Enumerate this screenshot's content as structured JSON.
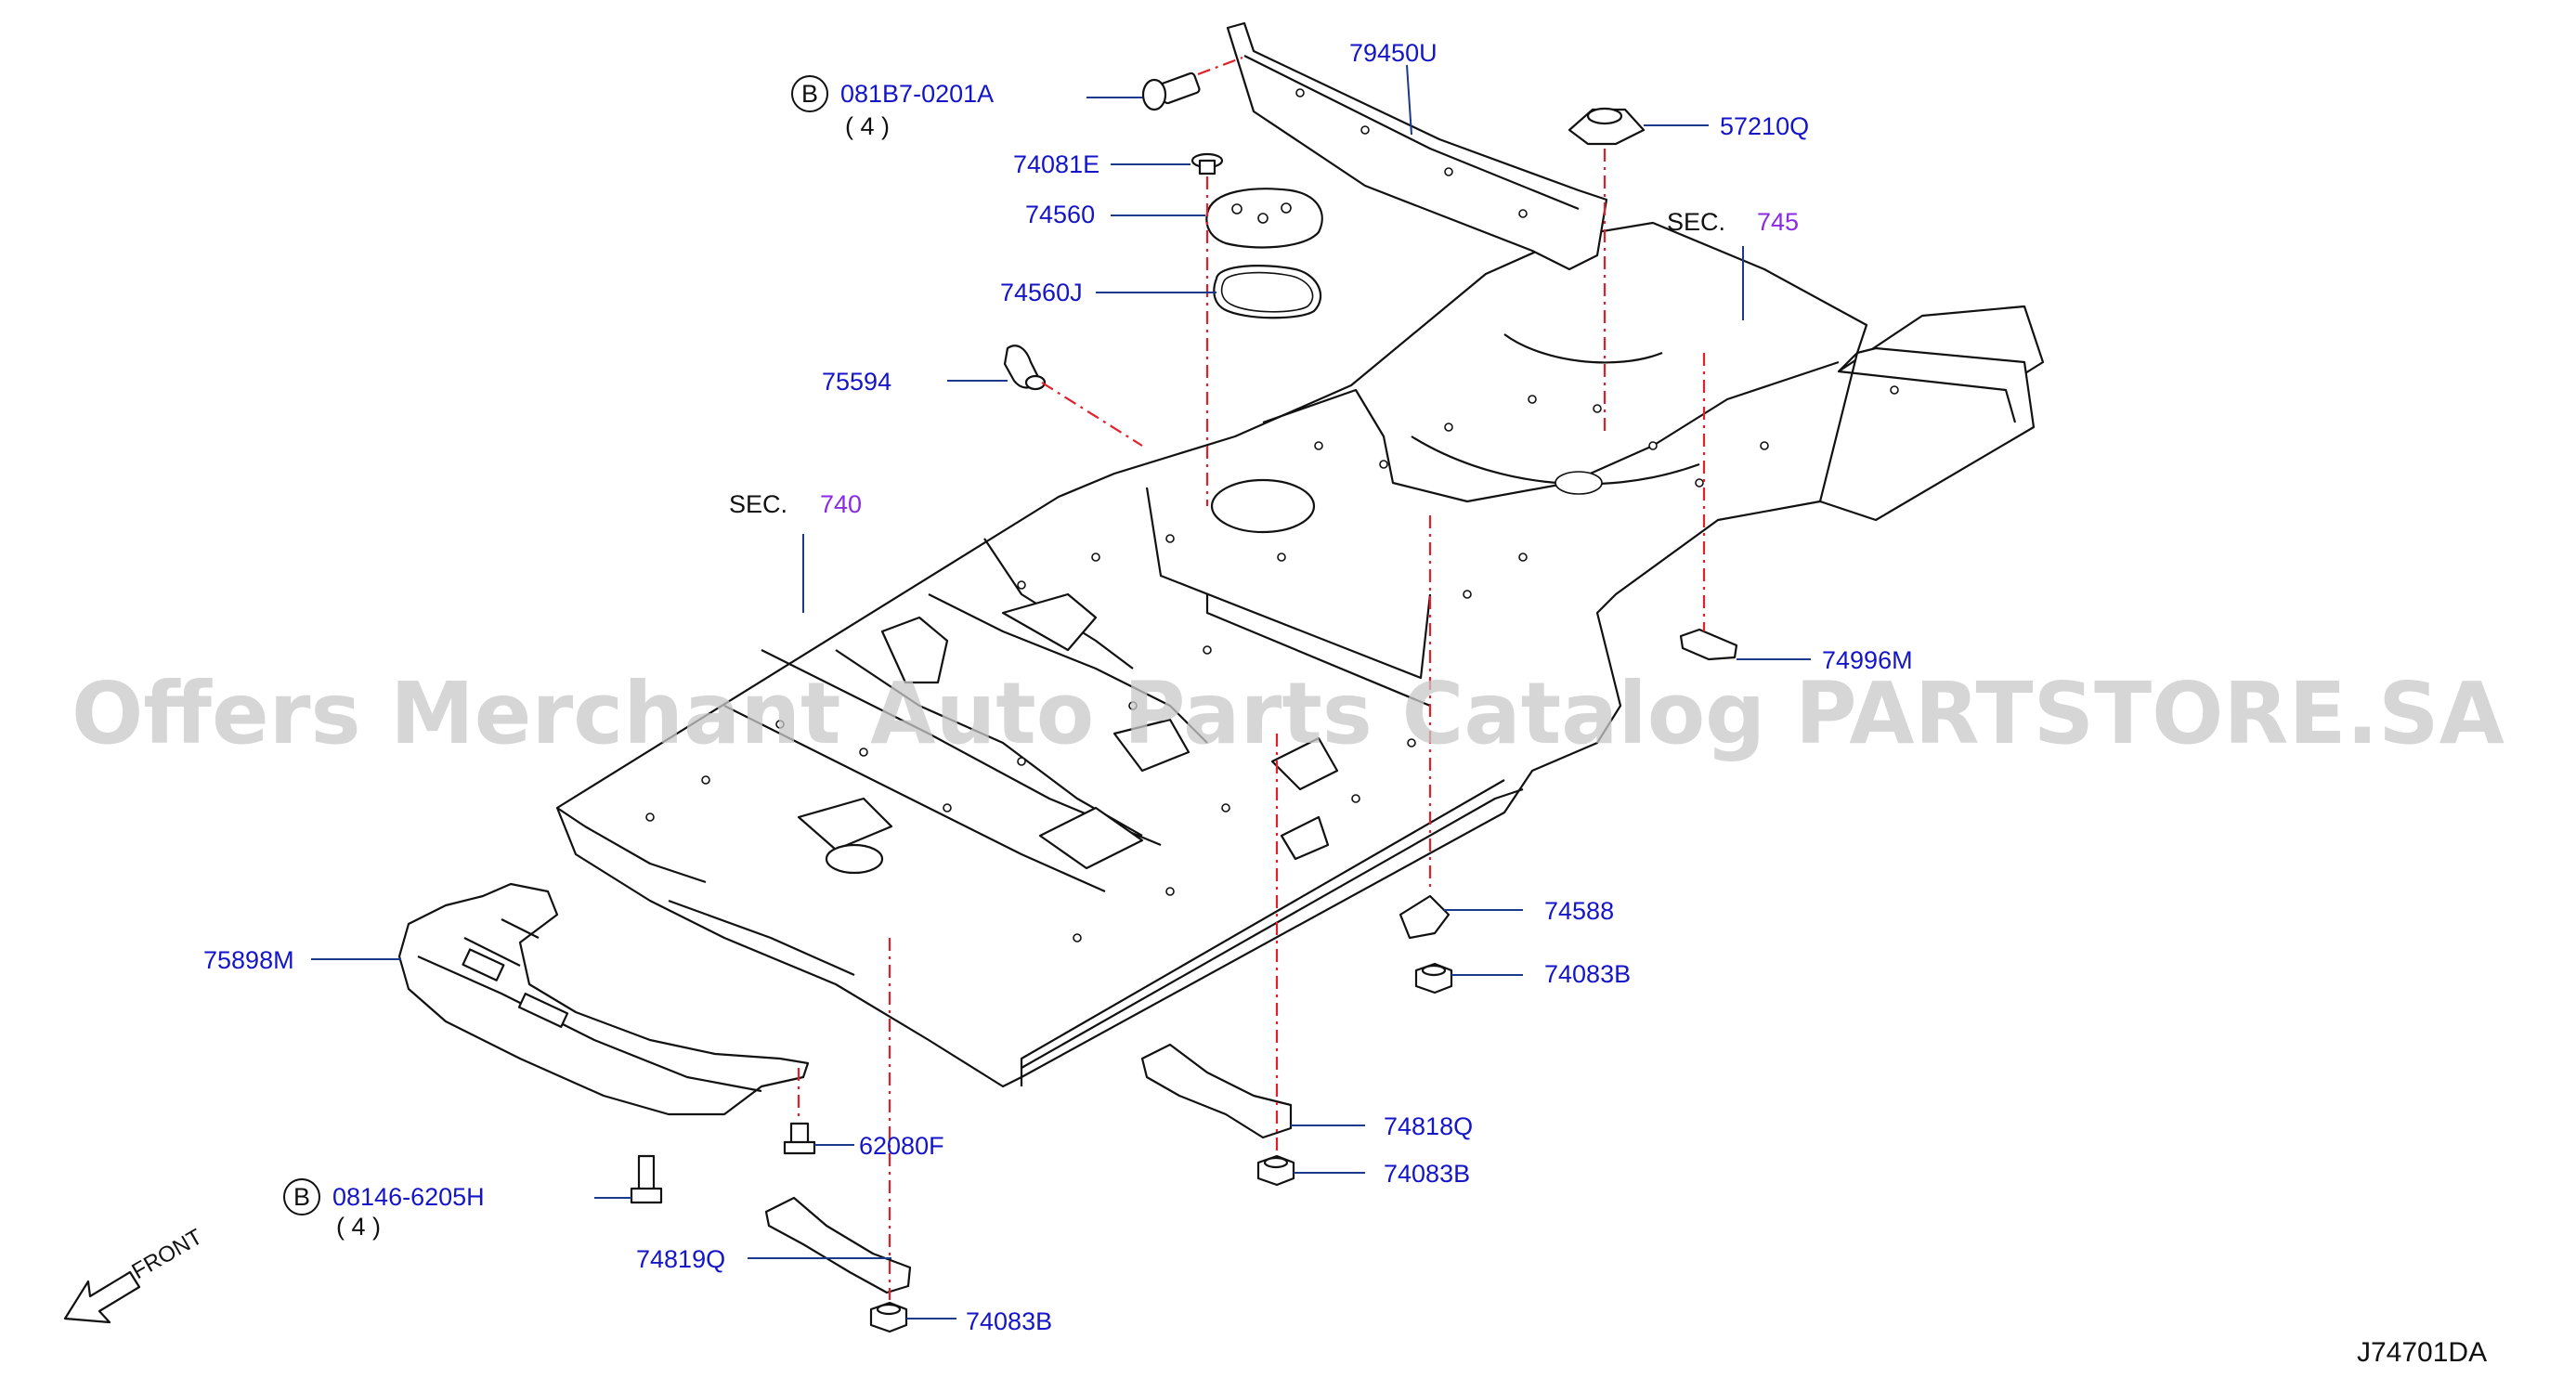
{
  "diagram_code": "J74701DA",
  "watermark": "Offers Merchant Auto Parts Catalog PARTSTORE.SA",
  "front_label": "FRONT",
  "sections": [
    {
      "prefix": "SEC.",
      "number": "745"
    },
    {
      "prefix": "SEC.",
      "number": "740"
    }
  ],
  "bolt_refs": [
    {
      "symbol": "B",
      "part": "081B7-0201A",
      "qty": "( 4 )"
    },
    {
      "symbol": "B",
      "part": "08146-6205H",
      "qty": "( 4 )"
    }
  ],
  "parts": [
    "79450U",
    "57210Q",
    "74081E",
    "74560",
    "74560J",
    "75594",
    "74996M",
    "74588",
    "74083B",
    "75898M",
    "62080F",
    "74818Q",
    "74083B",
    "74819Q",
    "74083B"
  ],
  "colors": {
    "part_label": "#1515c8",
    "section_number": "#8a2be2",
    "leader": "#1b3a8c",
    "assembly_dash": "#e0202a",
    "ink": "#111111",
    "watermark": "#c9c9c9"
  }
}
